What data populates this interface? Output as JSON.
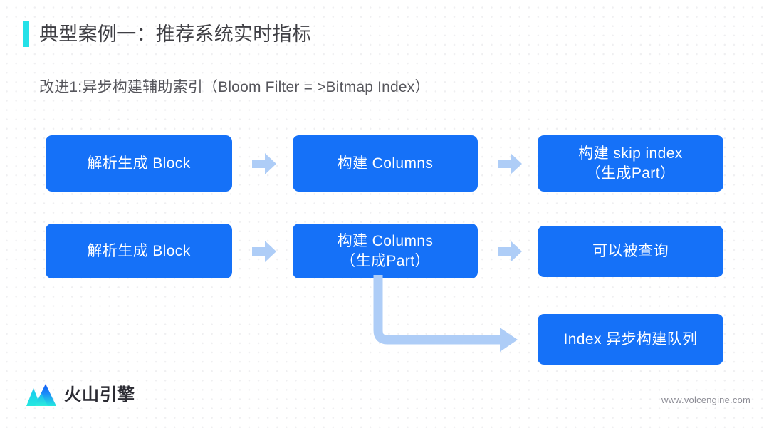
{
  "slide": {
    "title": "典型案例一：推荐系统实时指标",
    "subtitle": "改进1:异步构建辅助索引（Bloom Filter = >Bitmap Index）",
    "accent_color": "#24e1e8",
    "node_color": "#1571f8",
    "arrow_color": "#aecdf7"
  },
  "diagram": {
    "row1": {
      "node1": "解析生成 Block",
      "node2": "构建 Columns",
      "node3_line1": "构建 skip index",
      "node3_line2": "（生成Part）"
    },
    "row2": {
      "node1": "解析生成 Block",
      "node2_line1": "构建 Columns",
      "node2_line2": "（生成Part）",
      "node3": "可以被查询"
    },
    "row3": {
      "node3": "Index 异步构建队列"
    }
  },
  "footer": {
    "brand": "火山引擎",
    "url": "www.volcengine.com"
  }
}
